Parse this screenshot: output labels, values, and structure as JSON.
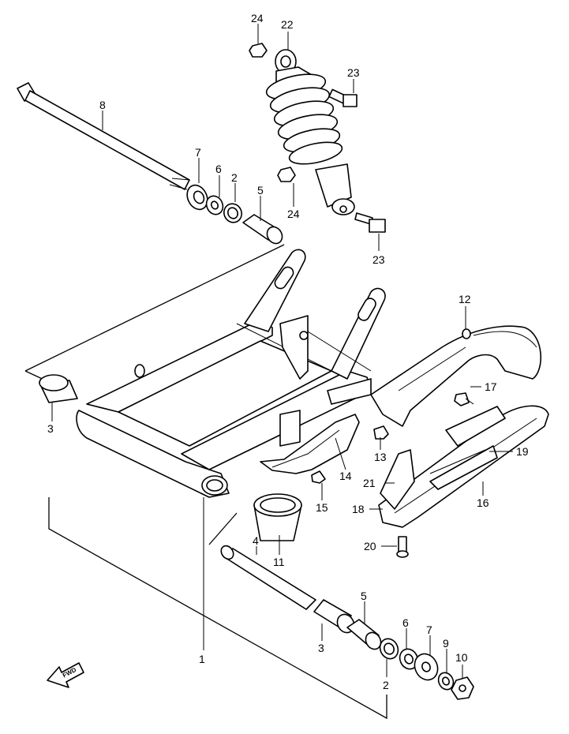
{
  "callouts": {
    "c1": "1",
    "c2a": "2",
    "c2b": "2",
    "c3a": "3",
    "c3b": "3",
    "c4": "4",
    "c5a": "5",
    "c5b": "5",
    "c6a": "6",
    "c6b": "6",
    "c7a": "7",
    "c7b": "7",
    "c8": "8",
    "c9": "9",
    "c10": "10",
    "c11": "11",
    "c12": "12",
    "c13": "13",
    "c14": "14",
    "c15": "15",
    "c16": "16",
    "c17": "17",
    "c18": "18",
    "c19": "19",
    "c20": "20",
    "c21": "21",
    "c22": "22",
    "c23a": "23",
    "c23b": "23",
    "c24a": "24",
    "c24b": "24"
  },
  "fwd_label": "FWD"
}
